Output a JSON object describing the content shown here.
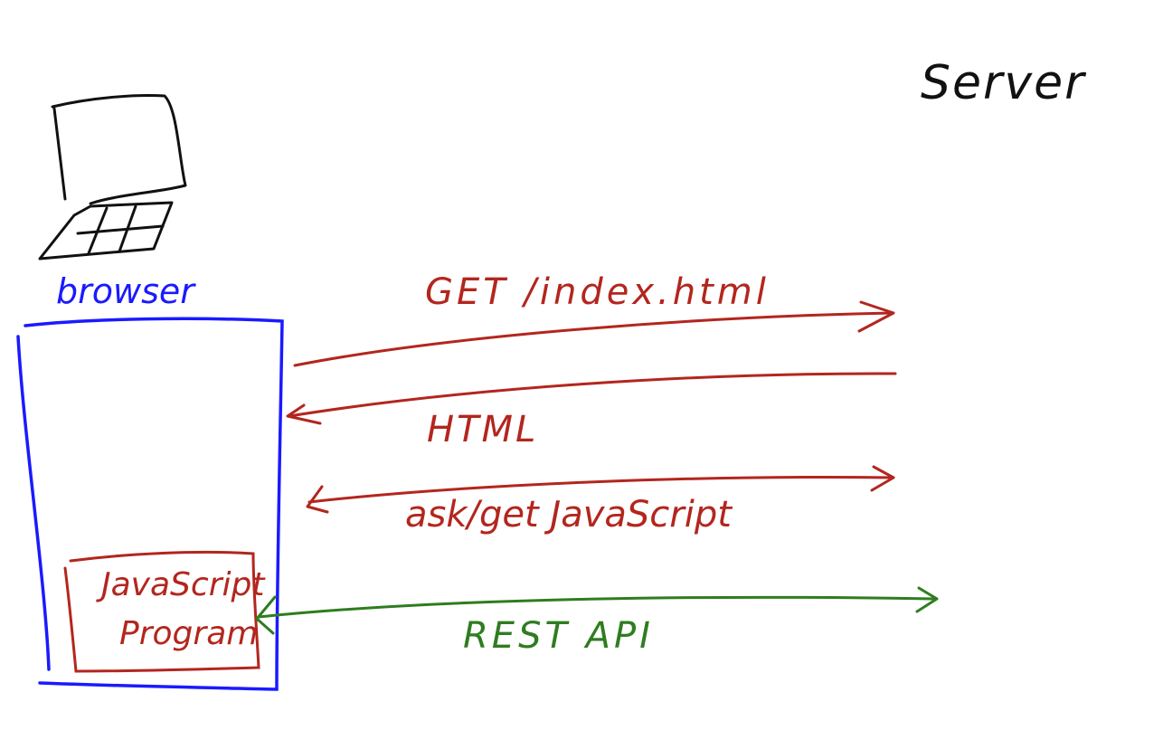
{
  "colors": {
    "black": "#111111",
    "blue": "#1a1aff",
    "red": "#b3261e",
    "green": "#2e7d1f",
    "background": "#ffffff"
  },
  "labels": {
    "server": "Server",
    "browser": "browser",
    "get_request": "GET   /index.html",
    "html_response": "HTML",
    "ask_get_js": "ask/get  JavaScript",
    "js_program_line1": "JavaScript",
    "js_program_line2": "Program",
    "rest_api": "REST  API"
  },
  "icons": {
    "computer": "laptop-icon"
  }
}
